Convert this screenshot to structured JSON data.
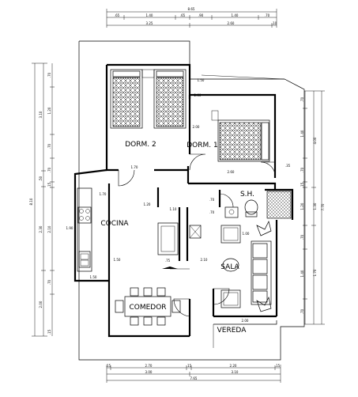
{
  "rooms": {
    "dorm2": "DORM. 2",
    "dorm1": "DORM. 1",
    "sh": "S.H.",
    "cocina": "COCINA",
    "sala": "SALA",
    "comedor": "COMEDOR",
    "vereda": "VEREDA"
  },
  "top_dims": {
    "total": "8.65",
    "row1": [
      ".65",
      "1.40",
      ".65",
      ".90",
      "1.40",
      ".70"
    ],
    "row2": [
      "3.25",
      "2.60",
      ".10"
    ]
  },
  "bottom_dims": {
    "row1": [
      ".15",
      "2.70",
      ".15",
      "2.20",
      ".15"
    ],
    "row2": [
      "3.00",
      "3.10"
    ],
    "total": "7.65"
  },
  "left_dims": {
    "total": "8.10",
    "outer": [
      "3.10",
      ".50",
      "2.30",
      "2.00"
    ],
    "inner": [
      ".70",
      "1.20",
      ".70",
      ".70",
      ".15",
      "2.10",
      ".70",
      ".15"
    ]
  },
  "right_dims": {
    "total": "7.70",
    "outer": [
      "4.00",
      "1.30",
      "1.70"
    ],
    "inner": [
      ".70",
      "1.40",
      ".70",
      ".15",
      "1.20",
      ".70",
      "1.40",
      ".70"
    ]
  },
  "interior_dims": {
    "d1": "1.70",
    "d2": "1.70",
    "d3": "2.60",
    "d4": "1.50",
    "d5": "1.20",
    "d6": "1.10",
    "d7": ".75",
    "d8": ".35",
    "d9": "2.00",
    "d10": ".70",
    "d11": ".70",
    "d12": "1.90",
    "d13": "1.50",
    "d14": "2.10",
    "d15": "2.00",
    "d16": "1.00",
    "d17": "1.50",
    "d18": "2.60"
  }
}
